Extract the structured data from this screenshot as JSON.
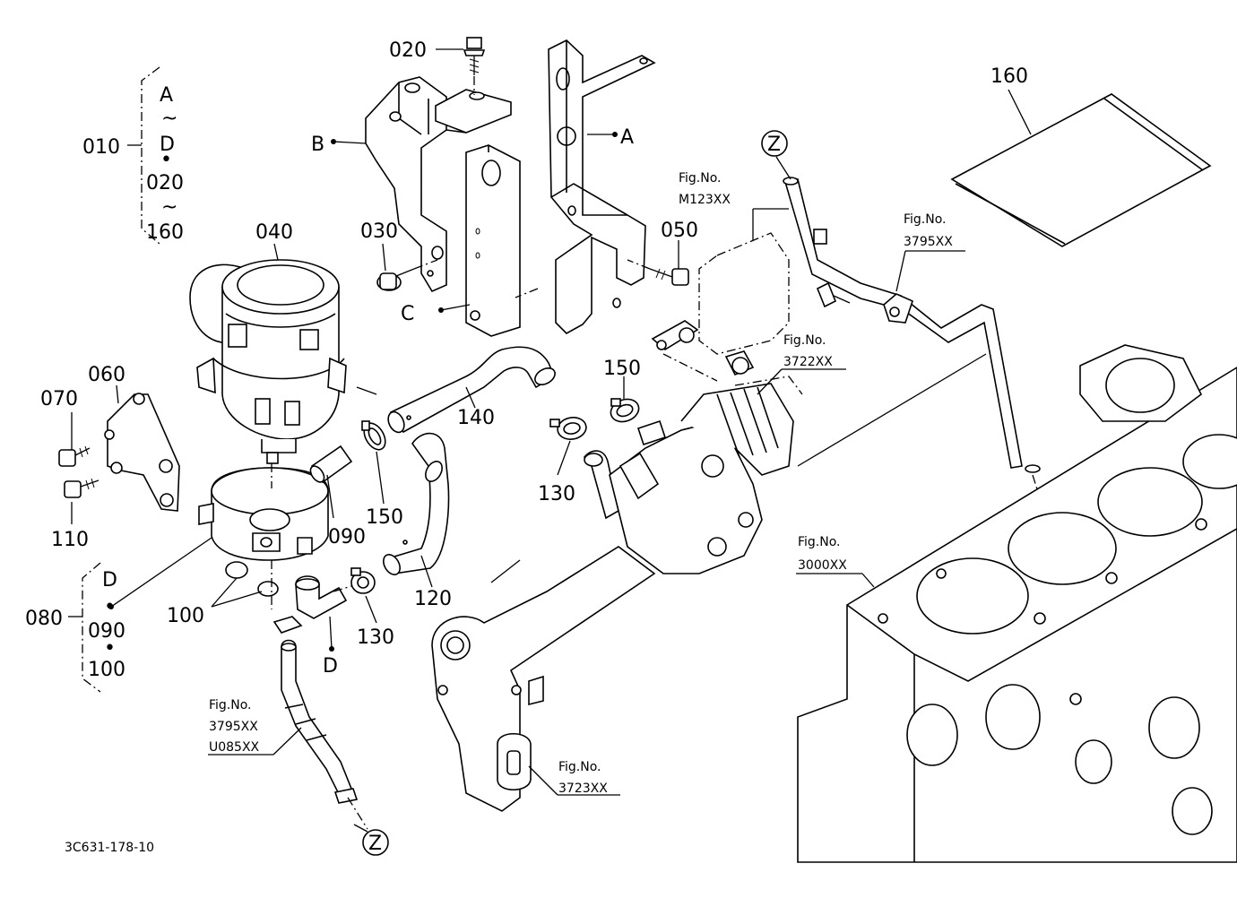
{
  "drawing_code": "3C631-178-10",
  "part_labels": {
    "p010": "010",
    "p020": "020",
    "p030": "030",
    "p040": "040",
    "p050": "050",
    "p060": "060",
    "p070": "070",
    "p080": "080",
    "p090": "090",
    "p100": "100",
    "p110": "110",
    "p120": "120",
    "p130a": "130",
    "p130b": "130",
    "p140": "140",
    "p150a": "150",
    "p150b": "150",
    "p160": "160",
    "p090b": "090",
    "p100b": "100"
  },
  "group_010": {
    "a": "A",
    "tilde1": "~",
    "d": "D",
    "dot": "•",
    "n020": "020",
    "tilde2": "~",
    "n160": "160"
  },
  "group_080": {
    "d": "D",
    "dot1": "•",
    "n090": "090",
    "dot2": "•",
    "n100": "100"
  },
  "letter_refs": {
    "a": "A",
    "b": "B",
    "c": "C",
    "d": "D",
    "z1": "Z",
    "z2": "Z"
  },
  "fig_refs": {
    "fig": "Fig.No.",
    "m123": "M123XX",
    "r3795_top": "3795XX",
    "r3722": "3722XX",
    "r3000": "3000XX",
    "r3795_left": "3795XX",
    "u085": "U085XX",
    "r3723": "3723XX"
  }
}
